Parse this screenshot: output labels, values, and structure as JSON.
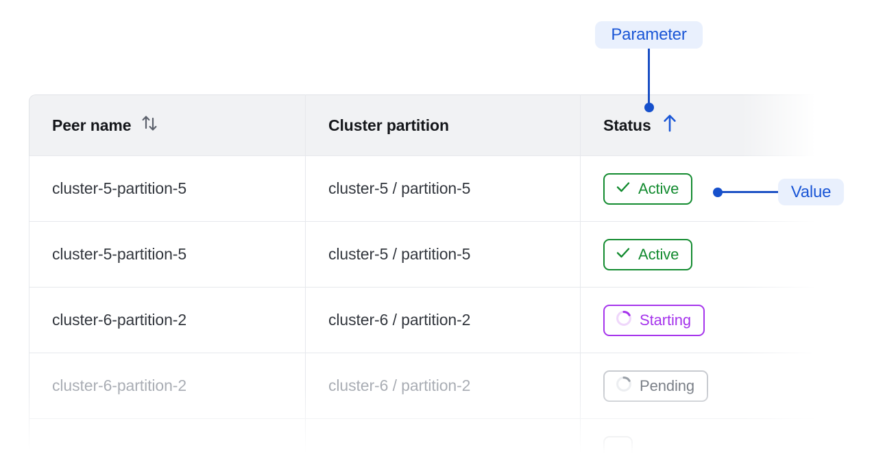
{
  "table": {
    "columns": [
      {
        "label": "Peer name",
        "sort_icon": "sort-both-icon",
        "sort_state": "none"
      },
      {
        "label": "Cluster partition",
        "sort_icon": null,
        "sort_state": "none"
      },
      {
        "label": "Status",
        "sort_icon": "arrow-up-icon",
        "sort_state": "ascending"
      }
    ],
    "rows": [
      {
        "peer_name": "cluster-5-partition-5",
        "cluster_partition": "cluster-5 / partition-5",
        "status": "Active",
        "status_kind": "active",
        "status_icon": "check-icon",
        "muted": false
      },
      {
        "peer_name": "cluster-5-partition-5",
        "cluster_partition": "cluster-5 / partition-5",
        "status": "Active",
        "status_kind": "active",
        "status_icon": "check-icon",
        "muted": false
      },
      {
        "peer_name": "cluster-6-partition-2",
        "cluster_partition": "cluster-6 / partition-2",
        "status": "Starting",
        "status_kind": "starting",
        "status_icon": "spinner-icon",
        "muted": false
      },
      {
        "peer_name": "cluster-6-partition-2",
        "cluster_partition": "cluster-6 / partition-2",
        "status": "Pending",
        "status_kind": "pending",
        "status_icon": "spinner-icon",
        "muted": true
      }
    ]
  },
  "annotations": {
    "parameter": {
      "label": "Parameter",
      "target": "status-column-header"
    },
    "value": {
      "label": "Value",
      "target": "row-1-status-badge"
    }
  },
  "colors": {
    "header_bg": "#f1f2f4",
    "border": "#e6e8ec",
    "text": "#32363d",
    "text_muted": "#a9adb4",
    "annotation_blue": "#1a56d6",
    "annotation_badge_bg": "#e9f0fd",
    "status_active": "#118a2e",
    "status_starting": "#a533ec",
    "status_pending": "#7a7f87"
  }
}
